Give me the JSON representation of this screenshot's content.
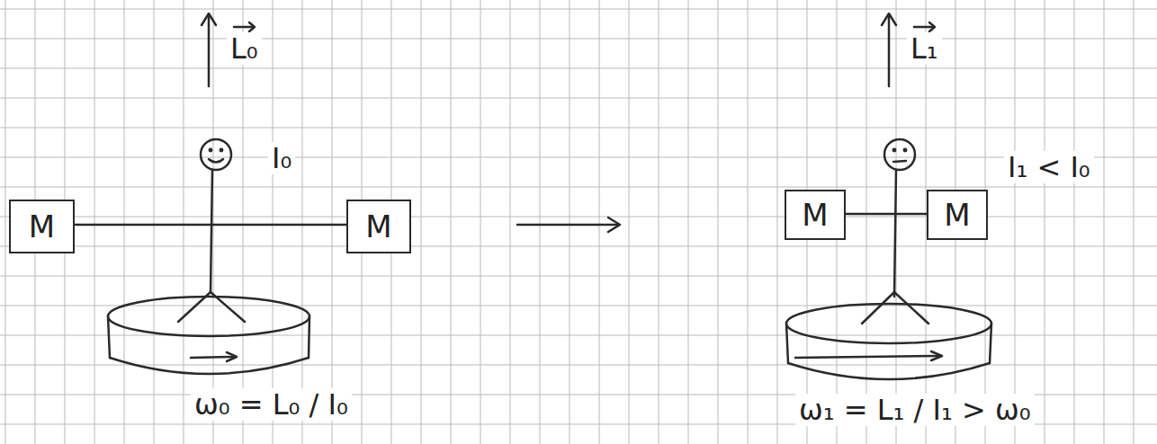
{
  "diagram": {
    "nodes": [
      {
        "text": [
          "M"
        ]
      },
      {
        "text": [
          "M"
        ]
      },
      {
        "text": [
          "M"
        ]
      },
      {
        "text": [
          "M"
        ]
      }
    ],
    "labels": [
      "L₀",
      "L₁",
      "I₀",
      "I₁ < I₀",
      "ω₀ = L₀ / I₀",
      "ω₁ = L₁ / I₁ > ω₀"
    ]
  }
}
